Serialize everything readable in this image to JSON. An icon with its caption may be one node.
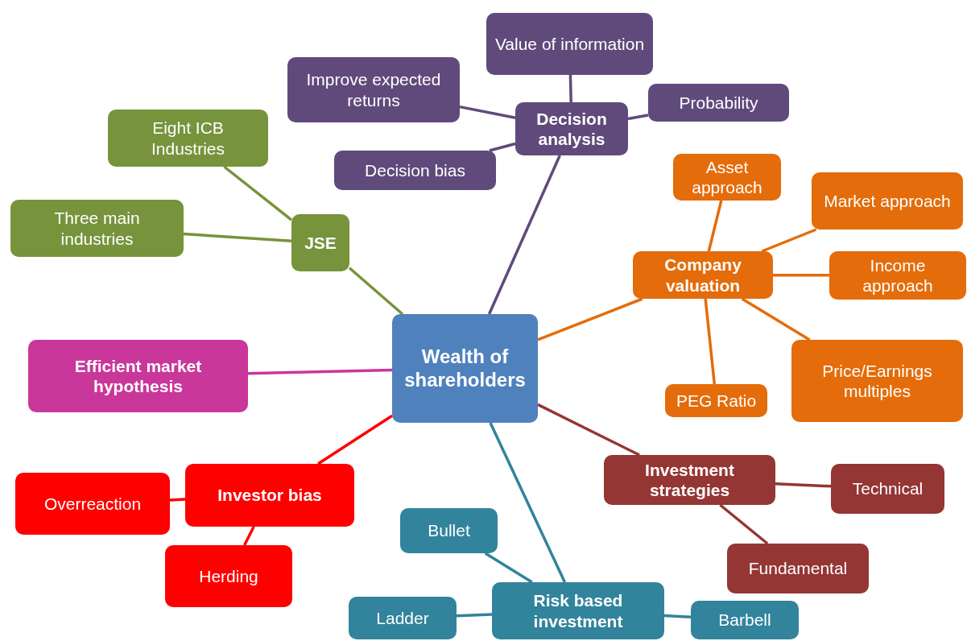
{
  "diagram": {
    "nodes": [
      {
        "text": [
          "Wealth of shareholders"
        ]
      },
      {
        "text": [
          "Value of information"
        ]
      },
      {
        "text": [
          "Improve expected returns"
        ]
      },
      {
        "text": [
          "Decision analysis"
        ]
      },
      {
        "text": [
          "Probability"
        ]
      },
      {
        "text": [
          "Decision bias"
        ]
      },
      {
        "text": [
          "Eight ICB Industries"
        ]
      },
      {
        "text": [
          "Three main industries"
        ]
      },
      {
        "text": [
          "JSE"
        ]
      },
      {
        "text": [
          "Asset approach"
        ]
      },
      {
        "text": [
          "Market approach"
        ]
      },
      {
        "text": [
          "Company valuation"
        ]
      },
      {
        "text": [
          "Income approach"
        ]
      },
      {
        "text": [
          "Efficient market hypothesis"
        ]
      },
      {
        "text": [
          "Price/Earnings multiples"
        ]
      },
      {
        "text": [
          "PEG Ratio"
        ]
      },
      {
        "text": [
          "Investment strategies"
        ]
      },
      {
        "text": [
          "Technical"
        ]
      },
      {
        "text": [
          "Overreaction"
        ]
      },
      {
        "text": [
          "Investor bias"
        ]
      },
      {
        "text": [
          "Bullet"
        ]
      },
      {
        "text": [
          "Herding"
        ]
      },
      {
        "text": [
          "Fundamental"
        ]
      },
      {
        "text": [
          "Ladder"
        ]
      },
      {
        "text": [
          "Risk based investment"
        ]
      },
      {
        "text": [
          "Barbell"
        ]
      }
    ],
    "edges": [
      {
        "from": 0,
        "to": 3,
        "arrow": "none",
        "color": "#604a7b"
      },
      {
        "from": 3,
        "to": 1,
        "arrow": "none",
        "color": "#604a7b"
      },
      {
        "from": 3,
        "to": 2,
        "arrow": "none",
        "color": "#604a7b"
      },
      {
        "from": 3,
        "to": 4,
        "arrow": "none",
        "color": "#604a7b"
      },
      {
        "from": 3,
        "to": 5,
        "arrow": "none",
        "color": "#604a7b"
      },
      {
        "from": 0,
        "to": 8,
        "arrow": "none",
        "color": "#77933c"
      },
      {
        "from": 8,
        "to": 6,
        "arrow": "none",
        "color": "#77933c"
      },
      {
        "from": 8,
        "to": 7,
        "arrow": "none",
        "color": "#77933c"
      },
      {
        "from": 0,
        "to": 11,
        "arrow": "none",
        "color": "#e46c0a"
      },
      {
        "from": 11,
        "to": 9,
        "arrow": "none",
        "color": "#e46c0a"
      },
      {
        "from": 11,
        "to": 10,
        "arrow": "none",
        "color": "#e46c0a"
      },
      {
        "from": 11,
        "to": 12,
        "arrow": "none",
        "color": "#e46c0a"
      },
      {
        "from": 11,
        "to": 14,
        "arrow": "none",
        "color": "#e46c0a"
      },
      {
        "from": 11,
        "to": 15,
        "arrow": "none",
        "color": "#e46c0a"
      },
      {
        "from": 0,
        "to": 13,
        "arrow": "none",
        "color": "#c9379a"
      },
      {
        "from": 0,
        "to": 16,
        "arrow": "none",
        "color": "#943634"
      },
      {
        "from": 16,
        "to": 17,
        "arrow": "none",
        "color": "#943634"
      },
      {
        "from": 16,
        "to": 22,
        "arrow": "none",
        "color": "#943634"
      },
      {
        "from": 0,
        "to": 19,
        "arrow": "none",
        "color": "#ff0000"
      },
      {
        "from": 19,
        "to": 18,
        "arrow": "none",
        "color": "#ff0000"
      },
      {
        "from": 19,
        "to": 21,
        "arrow": "none",
        "color": "#ff0000"
      },
      {
        "from": 0,
        "to": 24,
        "arrow": "none",
        "color": "#31849b"
      },
      {
        "from": 24,
        "to": 20,
        "arrow": "none",
        "color": "#31849b"
      },
      {
        "from": 24,
        "to": 23,
        "arrow": "none",
        "color": "#31849b"
      },
      {
        "from": 24,
        "to": 25,
        "arrow": "none",
        "color": "#31849b"
      }
    ]
  }
}
